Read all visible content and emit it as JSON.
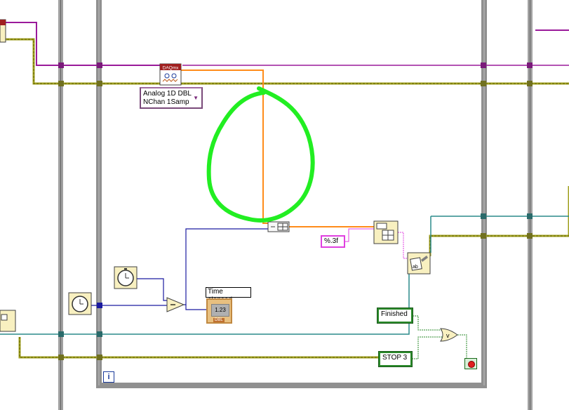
{
  "daq": {
    "task_icon_label": "DAQmx",
    "selector_line1": "Analog 1D DBL",
    "selector_line2": "NChan 1Samp"
  },
  "format_constant": "%.3f",
  "time_elapsed": {
    "label": "Time elapsed",
    "display_value": "1.23",
    "type_badge": "DBL"
  },
  "booleans": {
    "finished_label": "Finished",
    "stop_label": "STOP 3"
  },
  "loop": {
    "iteration_terminal": "i"
  },
  "colors": {
    "orange_wire": "#ff8c1a",
    "blue_wire": "#1a1aa0",
    "teal_wire": "#2a8a8a",
    "green_wire": "#2a8a2a",
    "purple_wire": "#9a1a9a",
    "error_wire": "#a0a020",
    "loop_frame": "#909090",
    "annotation": "#22ee22"
  }
}
